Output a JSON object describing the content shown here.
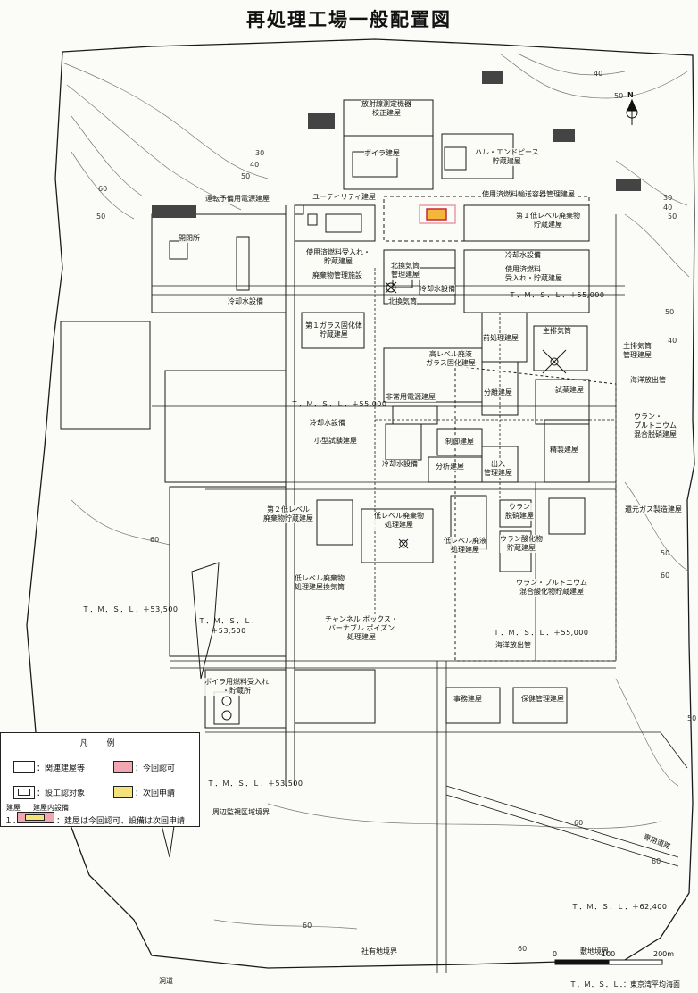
{
  "title": "再処理工場一般配置図",
  "colors": {
    "approved_pink": "#f2a6b2",
    "next_yellow": "#f4e27a",
    "line": "#1a1a1a"
  },
  "labels": {
    "radiation_measure": "放射線測定機器\n校正建屋",
    "boiler": "ボイラ建屋",
    "half_end": "ハル・エンドピース\n貯蔵建屋",
    "standby_power": "運転予備用電源建屋",
    "utility": "ユーティリティ建屋",
    "cask_management": "使用済燃料輸送容器管理建屋",
    "gatehouse": "開閉所",
    "low_level_1": "第１低レベル廃棄物\n貯蔵建屋",
    "spent_fuel_receipt": "使用済燃料受入れ・\n貯蔵建屋",
    "cooling_equipment_top": "冷却水設備",
    "waste_management": "廃棄物管理施設",
    "north_exhaust_mgmt": "北換気筒\n管理建屋",
    "cooling_top2": "冷却水設備",
    "north_exhaust": "北換気筒",
    "spent_fuel_receipt2": "使用済燃料\n受入れ・貯蔵建屋",
    "tmsl_55_top": "Ｔ．Ｍ．Ｓ．Ｌ．＋55,000",
    "cooling_left": "冷却水設備",
    "glass_1": "第１ガラス固化体\n貯蔵建屋",
    "main_exhaust": "主排気筒",
    "pretreatment": "前処理建屋",
    "hlw_vitrification": "高レベル廃液\nガラス固化建屋",
    "main_exhaust_mgmt": "主排気筒\n管理建屋",
    "separation": "分離建屋",
    "test_building": "試薬建屋",
    "ocean_discharge_1": "海洋放出管",
    "tmsl_55_left": "Ｔ．Ｍ．Ｓ．Ｌ．＋55,000",
    "emergency_power": "非常用電源建屋",
    "cooling_mid": "冷却水設備",
    "small_test": "小型試験建屋",
    "control": "制御建屋",
    "refining": "精製建屋",
    "uranium_plutonium_mix": "ウラン・\nプルトニウム\n混合脱硝建屋",
    "cooling_mid2": "冷却水設備",
    "analysis": "分析建屋",
    "access_mgmt": "出入\n管理建屋",
    "lowlevel_2": "第２低レベル\n廃棄物貯蔵建屋",
    "lowlevel_waste_treatment": "低レベル廃棄物\n処理建屋",
    "uranium_denitration": "ウラン\n脱硝建屋",
    "reducing_gas": "還元ガス製造建屋",
    "lowlevel_liquid": "低レベル廃液\n処理建屋",
    "uranium_oxide": "ウラン酸化物\n貯蔵建屋",
    "lowlevel_exhaust": "低レベル廃棄物\n処理建屋換気筒",
    "u_pu_oxide_storage": "ウラン・プルトニウム\n混合酸化物貯蔵建屋",
    "channel_box": "チャンネル ボックス・\nバーナブル ポイズン\n処理建屋",
    "tmsl_535_left": "Ｔ．Ｍ．Ｓ．Ｌ．＋53,500",
    "tmsl_535_mid": "Ｔ．Ｍ．Ｓ．Ｌ．\n＋53,500",
    "tmsl_55_bottom": "Ｔ．Ｍ．Ｓ．Ｌ．＋55,000",
    "ocean_discharge_2": "海洋放出管",
    "boiler_fuel": "ボイラ用燃料受入れ\n・貯蔵所",
    "office": "事務建屋",
    "security": "保健管理建屋",
    "tmsl_535_bottom": "Ｔ．Ｍ．Ｓ．Ｌ．＋53,500",
    "perimeter": "周辺監視区域境界",
    "road": "専用道路",
    "tmsl_624": "Ｔ．Ｍ．Ｓ．Ｌ．＋62,400",
    "company_boundary": "社有地境界",
    "site_boundary": "敷地境界",
    "tunnel": "洞道"
  },
  "contours": [
    "40",
    "50",
    "30",
    "40",
    "50",
    "60",
    "50",
    "30",
    "40",
    "50",
    "50",
    "40",
    "60",
    "50",
    "60",
    "50",
    "60",
    "60",
    "60",
    "60"
  ],
  "legend": {
    "title": "凡　例",
    "related": "：関連建屋等",
    "approved": "：今回認可",
    "design_target": "：設工認対象",
    "next_application": "：次回申請",
    "building": "建屋",
    "equipment": "建屋内設備",
    "note_number": "１．",
    "note_text": "：建屋は今回認可、設備は次回申請"
  },
  "scale": {
    "ticks": [
      "0",
      "100",
      "200m"
    ]
  },
  "north_label": "N",
  "footer": "Ｔ．Ｍ．Ｓ．Ｌ．：東京湾平均海面"
}
